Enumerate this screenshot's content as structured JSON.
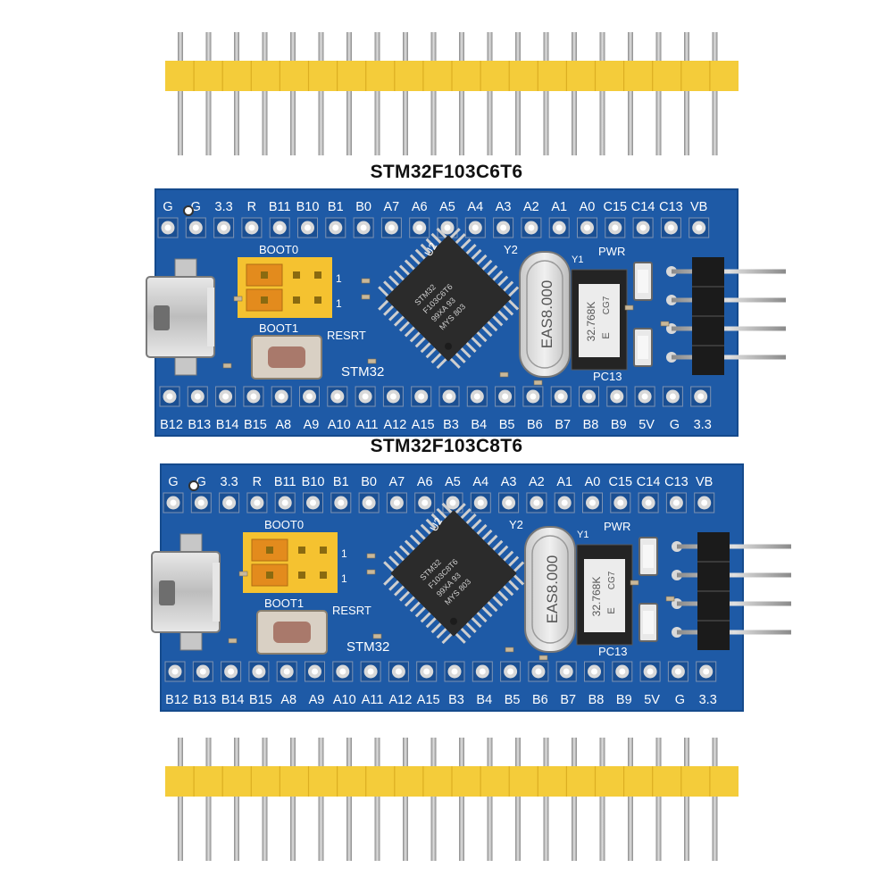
{
  "boards": [
    {
      "title": "STM32F103C6T6",
      "top_pins": [
        "G",
        "G",
        "3.3",
        "R",
        "B11",
        "B10",
        "B1",
        "B0",
        "A7",
        "A6",
        "A5",
        "A4",
        "A3",
        "A2",
        "A1",
        "A0",
        "C15",
        "C14",
        "C13",
        "VB"
      ],
      "bottom_pins": [
        "B12",
        "B13",
        "B14",
        "B15",
        "A8",
        "A9",
        "A10",
        "A11",
        "A12",
        "A15",
        "B3",
        "B4",
        "B5",
        "B6",
        "B7",
        "B8",
        "B9",
        "5V",
        "G",
        "3.3"
      ],
      "labels": {
        "boot0": "BOOT0",
        "boot1": "BOOT1",
        "jumper1": "1",
        "jumper2": "1",
        "reset": "RESRT",
        "brand": "STM32",
        "u2": "U2",
        "y2": "Y2",
        "y1": "Y1",
        "pwr": "PWR",
        "pc13": "PC13",
        "crystal": "EAS8.000",
        "rtc": "32.768K",
        "rtc_e": "E",
        "rtc_code": "CG7"
      },
      "chip_lines": [
        "STM32",
        "F103C6T6",
        "99XA 93",
        "MYS 803"
      ]
    },
    {
      "title": "STM32F103C8T6",
      "top_pins": [
        "G",
        "G",
        "3.3",
        "R",
        "B11",
        "B10",
        "B1",
        "B0",
        "A7",
        "A6",
        "A5",
        "A4",
        "A3",
        "A2",
        "A1",
        "A0",
        "C15",
        "C14",
        "C13",
        "VB"
      ],
      "bottom_pins": [
        "B12",
        "B13",
        "B14",
        "B15",
        "A8",
        "A9",
        "A10",
        "A11",
        "A12",
        "A15",
        "B3",
        "B4",
        "B5",
        "B6",
        "B7",
        "B8",
        "B9",
        "5V",
        "G",
        "3.3"
      ],
      "labels": {
        "boot0": "BOOT0",
        "boot1": "BOOT1",
        "jumper1": "1",
        "jumper2": "1",
        "reset": "RESRT",
        "brand": "STM32",
        "u2": "U2",
        "y2": "Y2",
        "y1": "Y1",
        "pwr": "PWR",
        "pc13": "PC13",
        "crystal": "EAS8.000",
        "rtc": "32.768K",
        "rtc_e": "E",
        "rtc_code": "CG7"
      },
      "chip_lines": [
        "STM32",
        "F103C8T6",
        "99XA 93",
        "MYS 803"
      ]
    }
  ],
  "header_pin_count": 20,
  "colors": {
    "pcb": "#1e5aa6",
    "pcb_edge": "#154a8c",
    "header_plastic": "#f4cc3a",
    "pin_metal": "#a9a9a9",
    "jumper": "#f5c230",
    "silk": "#ffffff"
  }
}
